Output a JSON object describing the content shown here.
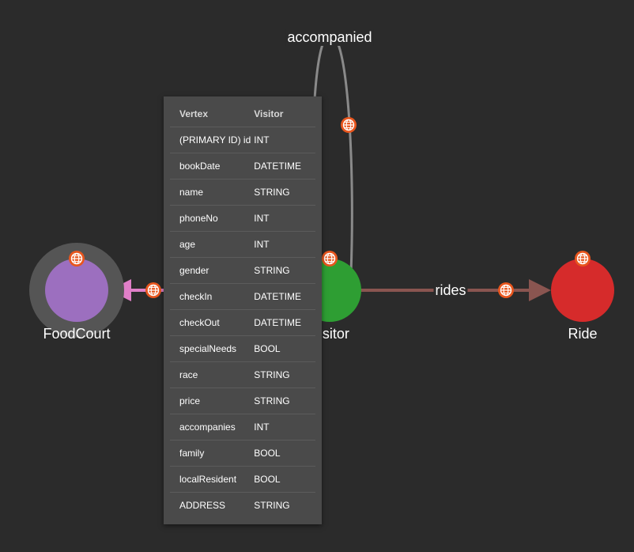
{
  "graph": {
    "vertices": [
      {
        "id": "foodcourt",
        "label": "FoodCourt",
        "color": "#9c6fbf",
        "halo": "#555555"
      },
      {
        "id": "visitor",
        "label": "Visitor",
        "color": "#2e9e33"
      },
      {
        "id": "ride",
        "label": "Ride",
        "color": "#d62b2b"
      }
    ],
    "edges": [
      {
        "id": "accompanied",
        "label": "accompanied",
        "from": "visitor",
        "to": "visitor",
        "color": "#8a8a8a"
      },
      {
        "id": "rides",
        "label": "rides",
        "from": "visitor",
        "to": "ride",
        "color": "#8a5550"
      },
      {
        "id": "eats",
        "label": "",
        "from": "visitor",
        "to": "foodcourt",
        "color": "#e07fc8"
      }
    ],
    "icon": {
      "name": "globe-icon",
      "color": "#e8561e"
    }
  },
  "tooltip": {
    "header": {
      "name": "Vertex",
      "type": "Visitor"
    },
    "attributes": [
      {
        "name": "(PRIMARY ID) id",
        "type": "INT"
      },
      {
        "name": "bookDate",
        "type": "DATETIME"
      },
      {
        "name": "name",
        "type": "STRING"
      },
      {
        "name": "phoneNo",
        "type": "INT"
      },
      {
        "name": "age",
        "type": "INT"
      },
      {
        "name": "gender",
        "type": "STRING"
      },
      {
        "name": "checkIn",
        "type": "DATETIME"
      },
      {
        "name": "checkOut",
        "type": "DATETIME"
      },
      {
        "name": "specialNeeds",
        "type": "BOOL"
      },
      {
        "name": "race",
        "type": "STRING"
      },
      {
        "name": "price",
        "type": "STRING"
      },
      {
        "name": "accompanies",
        "type": "INT"
      },
      {
        "name": "family",
        "type": "BOOL"
      },
      {
        "name": "localResident",
        "type": "BOOL"
      },
      {
        "name": "ADDRESS",
        "type": "STRING"
      }
    ]
  }
}
